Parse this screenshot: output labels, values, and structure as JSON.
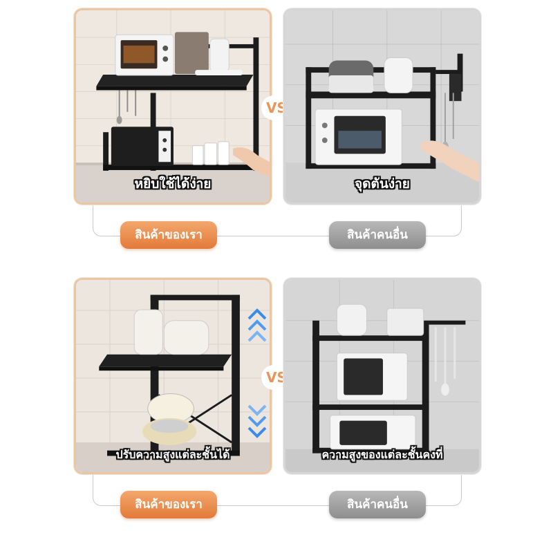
{
  "sections": [
    {
      "left_caption": "หยิบใช้ได้ง่าย",
      "right_caption": "จุดตันง่าย",
      "vs_label": "VS",
      "ours_label": "สินค้าของเรา",
      "others_label": "สินค้าคนอื่น"
    },
    {
      "left_caption": "ปรับความสูงแต่ละชั้นได้",
      "right_caption": "ความสูงของแต่ละชั้นคงที่",
      "vs_label": "VS",
      "ours_label": "สินค้าของเรา",
      "others_label": "สินค้าคนอื่น"
    }
  ],
  "colors": {
    "ours_accent": "#e8955a",
    "others_accent": "#a0a0a0",
    "rack": "#1c1c1c"
  },
  "icons": [
    "arrow-up-icon",
    "arrow-down-icon"
  ]
}
